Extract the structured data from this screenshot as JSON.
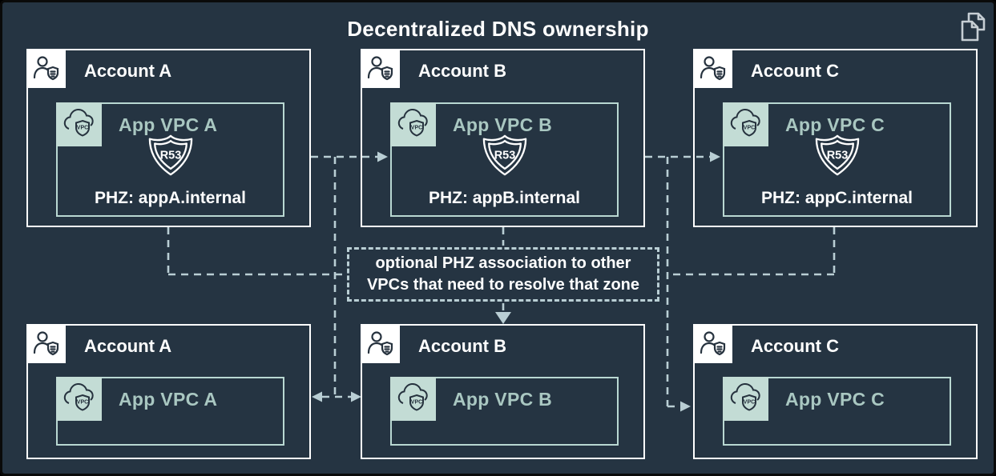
{
  "title": "Decentralized DNS ownership",
  "colors": {
    "background": "#253442",
    "account_border": "#ffffff",
    "vpc_accent": "#b9d8d2",
    "vpc_badge_fill": "#c3dcd5",
    "vpc_label_text": "#a9c7c1",
    "connector": "#b9ced4",
    "text": "#ffffff"
  },
  "icons": {
    "top_right": "copy-icon",
    "account": "user-shield-icon",
    "vpc": "cloud-vpc-icon",
    "dns": "route53-shield-icon"
  },
  "vpc_icon_label": "VPC",
  "accounts_top": [
    {
      "label": "Account A",
      "vpc_label": "App VPC A",
      "r53_label": "R53",
      "phz": "PHZ: appA.internal"
    },
    {
      "label": "Account B",
      "vpc_label": "App VPC B",
      "r53_label": "R53",
      "phz": "PHZ: appB.internal"
    },
    {
      "label": "Account C",
      "vpc_label": "App VPC C",
      "r53_label": "R53",
      "phz": "PHZ: appC.internal"
    }
  ],
  "accounts_bottom": [
    {
      "label": "Account A",
      "vpc_label": "App VPC A"
    },
    {
      "label": "Account B",
      "vpc_label": "App VPC B"
    },
    {
      "label": "Account C",
      "vpc_label": "App VPC C"
    }
  ],
  "annotation": {
    "line1": "optional PHZ association to other",
    "line2": "VPCs that need to resolve that zone"
  }
}
